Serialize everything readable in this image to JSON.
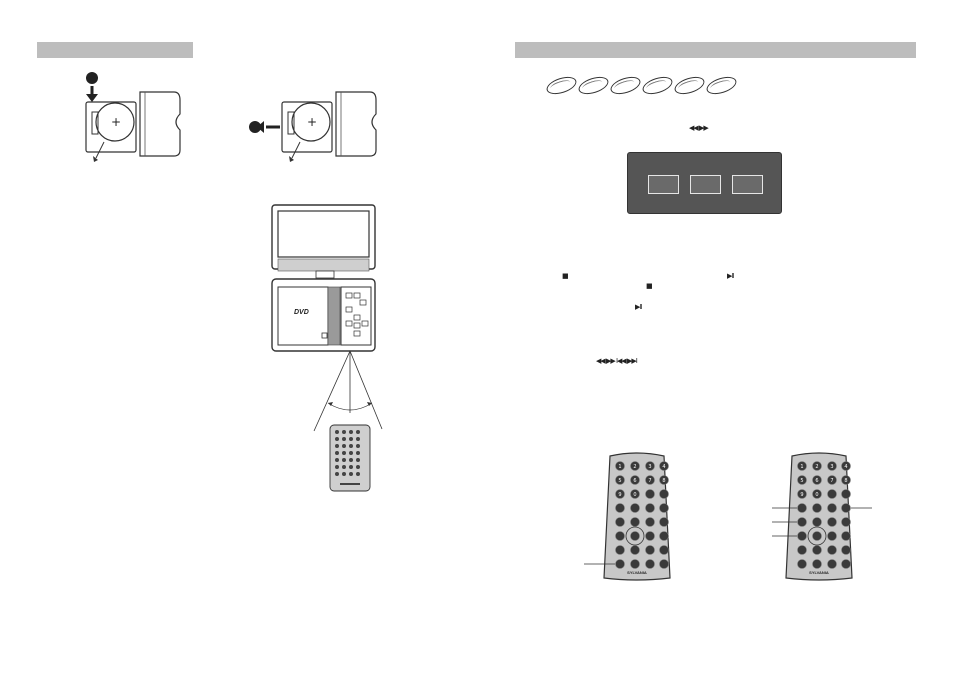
{
  "left_page": {
    "battery_step1_marker": "",
    "battery_step2_marker": ""
  },
  "right_page": {
    "disc_count": 6,
    "search_glyphs": "◀◀  ▶▶",
    "osd_buttons": [
      "",
      "",
      ""
    ],
    "stop_glyph": "■",
    "stop_glyph_2": "■",
    "play_pause_glyph": "▶II",
    "play_pause_glyph_2": "▶II",
    "skip_glyphs": "◀◀ ▶▶ I◀◀ ▶▶I"
  },
  "remote": {
    "brand": "SYLVANIA",
    "number_keys": [
      "1",
      "2",
      "3",
      "4",
      "5",
      "6",
      "7",
      "8",
      "9",
      "0"
    ]
  },
  "colors": {
    "section_bar": "#bdbdbd",
    "remote_body": "#c8c8c8",
    "remote_key": "#3a3a3a",
    "osd_panel": "#555555"
  }
}
